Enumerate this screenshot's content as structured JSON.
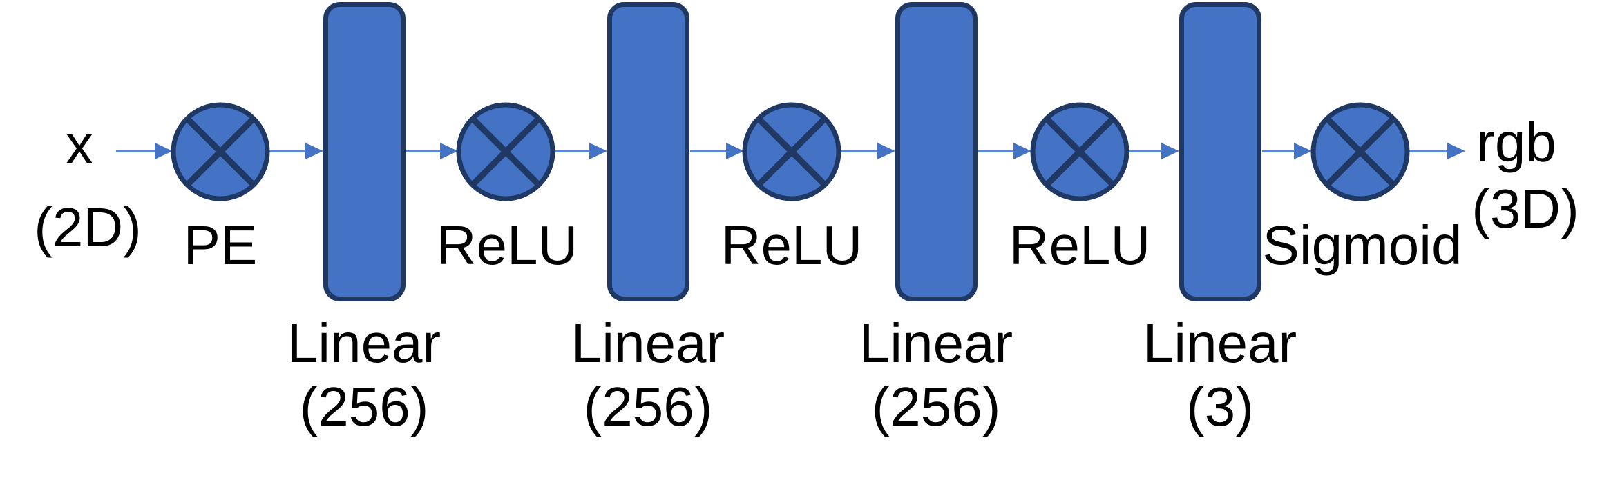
{
  "diagram": {
    "colors": {
      "background": "#FFFFFF",
      "shape_fill": "#4472C4",
      "shape_stroke": "#1F3864",
      "arrow_line": "#5B87D5",
      "arrow_head": "#4472C4",
      "text": "#000000"
    },
    "input": {
      "label": "x",
      "dim": "(2D)"
    },
    "output": {
      "label": "rgb",
      "dim": "(3D)"
    },
    "operations": [
      {
        "label": "PE"
      },
      {
        "label": "ReLU"
      },
      {
        "label": "ReLU"
      },
      {
        "label": "ReLU"
      },
      {
        "label": "Sigmoid"
      }
    ],
    "layers": [
      {
        "name": "Linear",
        "units": "(256)"
      },
      {
        "name": "Linear",
        "units": "(256)"
      },
      {
        "name": "Linear",
        "units": "(256)"
      },
      {
        "name": "Linear",
        "units": "(3)"
      }
    ]
  }
}
